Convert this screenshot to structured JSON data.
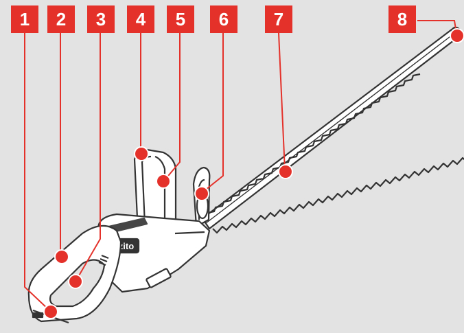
{
  "callouts": [
    {
      "number": "1"
    },
    {
      "number": "2"
    },
    {
      "number": "3"
    },
    {
      "number": "4"
    },
    {
      "number": "5"
    },
    {
      "number": "6"
    },
    {
      "number": "7"
    },
    {
      "number": "8"
    }
  ],
  "brand_logo": "ozito",
  "colors": {
    "background": "#e3e3e3",
    "callout_red": "#e4322b",
    "outline": "#333333",
    "body_fill": "#ffffff"
  }
}
